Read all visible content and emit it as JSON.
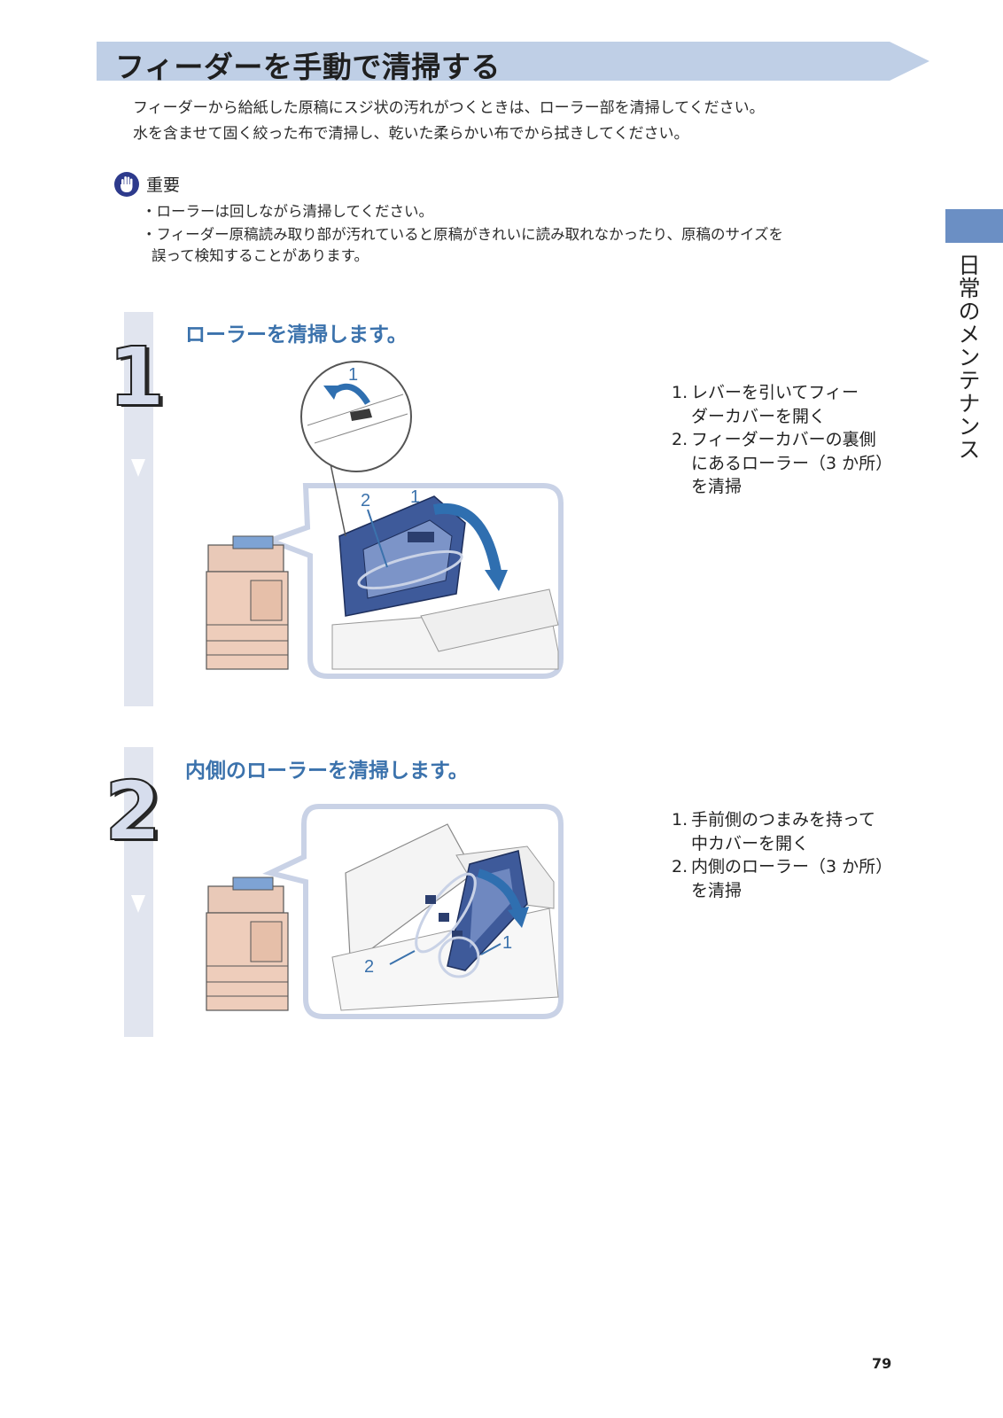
{
  "header": {
    "title": "フィーダーを手動で清掃する"
  },
  "intro": {
    "line1": "フィーダーから給紙した原稿にスジ状の汚れがつくときは、ローラー部を清掃してください。",
    "line2": "水を含ませて固く絞った布で清掃し、乾いた柔らかい布でから拭きしてください。"
  },
  "note": {
    "label": "重要",
    "items": [
      "・ローラーは回しながら清掃してください。",
      "・フィーダー原稿読み取り部が汚れていると原稿がきれいに読み取れなかったり、原稿のサイズを",
      "誤って検知することがあります。"
    ]
  },
  "side_tab": {
    "label": "日常のメンテナンス"
  },
  "steps": [
    {
      "number": "1",
      "title": "ローラーを清掃します。",
      "callouts": [
        "1",
        "2",
        "1"
      ],
      "instructions": [
        {
          "num": "1.",
          "lines": [
            "レバーを引いてフィー",
            "ダーカバーを開く"
          ]
        },
        {
          "num": "2.",
          "lines": [
            "フィーダーカバーの裏側",
            "にあるローラー（3 か所）",
            "を清掃"
          ]
        }
      ]
    },
    {
      "number": "2",
      "title": "内側のローラーを清掃します。",
      "callouts": [
        "2",
        "1"
      ],
      "instructions": [
        {
          "num": "1.",
          "lines": [
            "手前側のつまみを持って",
            "中カバーを開く"
          ]
        },
        {
          "num": "2.",
          "lines": [
            "内側のローラー（3 か所）",
            "を清掃"
          ]
        }
      ]
    }
  ],
  "footer": {
    "page_number": "79"
  },
  "colors": {
    "banner": "#bfcfe6",
    "accent_blue": "#3b72ac",
    "step_bar": "#e1e5ef",
    "side_tab": "#6b8fc4",
    "frame": "#c9d2e6"
  }
}
